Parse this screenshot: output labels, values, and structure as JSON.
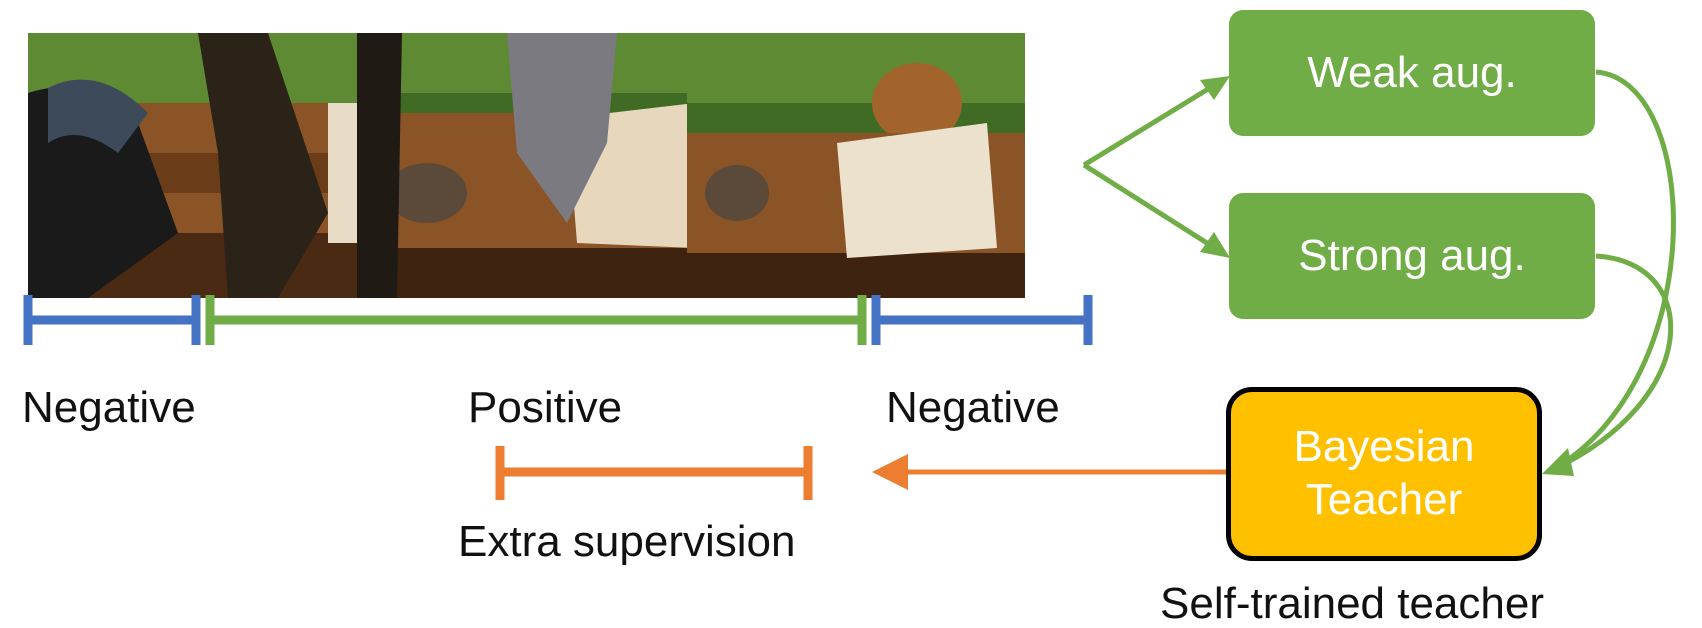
{
  "frames": [
    {
      "name": "video-frame-1"
    },
    {
      "name": "video-frame-2"
    },
    {
      "name": "video-frame-3"
    }
  ],
  "segments": {
    "negative_left": "Negative",
    "positive": "Positive",
    "negative_right": "Negative",
    "extra": "Extra supervision"
  },
  "augmentations": {
    "weak": "Weak aug.",
    "strong": "Strong aug."
  },
  "teacher": {
    "line1": "Bayesian",
    "line2": "Teacher",
    "caption": "Self-trained teacher"
  },
  "colors": {
    "negative": "#4472c4",
    "positive": "#70ad47",
    "extra": "#ed7d31",
    "teacher": "#ffc000"
  }
}
